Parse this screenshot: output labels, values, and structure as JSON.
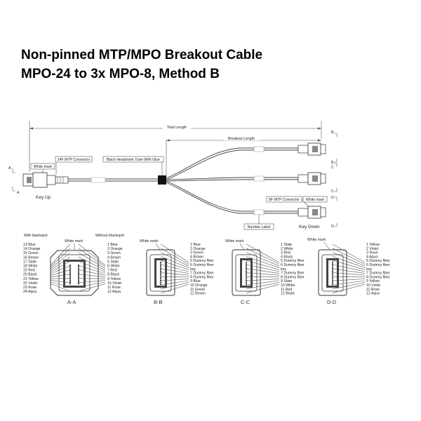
{
  "title_line1": "Non-pinned MTP/MPO Breakout Cable",
  "title_line2": "MPO-24 to 3x MPO-8, Method B",
  "cable": {
    "total_length": "Total Length",
    "breakout_length": "Breakout Length",
    "white_mark_left": "White mark",
    "connector_24f": "24F MTP Connector",
    "heatshrink": "Black Heatshrink Tube With Glue",
    "connector_8f": "8F MTP Connector",
    "white_mark_right": "White mark",
    "number_label": "Number Label",
    "key_up": "Key Up",
    "key_down": "Key Down",
    "end_letters": [
      "A",
      "A",
      "B",
      "B",
      "C",
      "C",
      "D",
      "D"
    ]
  },
  "sections": {
    "aa": {
      "name": "A-A",
      "with_blackspot": "With blackspot",
      "without_blackspot": "Without blackspot",
      "white_mark": "White mark",
      "left": [
        "13 Blue",
        "14 Orange",
        "15 Green",
        "16 Brown",
        "17 Slate",
        "18 White",
        "19 Red",
        "20 Black",
        "21 Yellow",
        "22 Violet",
        "23 Rose",
        "24 Aqua"
      ],
      "right": [
        "1 Blue",
        "2 Orange",
        "3 Green",
        "4 Brown",
        "5 Slate",
        "6 White",
        "7 Red",
        "8 Black",
        "9 Yellow",
        "10 Violet",
        "11 Rose",
        "12 Aqua"
      ]
    },
    "bb": {
      "name": "B-B",
      "white_mark": "White mark",
      "right": [
        "1 Blue",
        "2 Orange",
        "3 Green",
        "4 Brown",
        "5 Dummy fiber",
        "6 Dummy fiber",
        "key",
        "7 Dummy fiber",
        "8 Dummy fiber",
        "9 Blue",
        "10 Orange",
        "11 Green",
        "12 Brown"
      ]
    },
    "cc": {
      "name": "C-C",
      "white_mark": "White mark",
      "right": [
        "1 Slate",
        "2 White",
        "3 Red",
        "4 Black",
        "5 Dummy fiber",
        "6 Dummy fiber",
        "key",
        "7 Dummy fiber",
        "8 Dummy fiber",
        "9 Slate",
        "10 White",
        "11 Red",
        "12 Black"
      ]
    },
    "dd": {
      "name": "D-D",
      "white_mark": "White mark",
      "right": [
        "1 Yellow",
        "2 Violet",
        "3 Rose",
        "4 Aqua",
        "5 Dummy fiber",
        "6 Dummy fiber",
        "key",
        "7 Dummy fiber",
        "8 Dummy fiber",
        "9 Yellow",
        "10 Violet",
        "11 Rose",
        "12 Aqua"
      ]
    }
  }
}
